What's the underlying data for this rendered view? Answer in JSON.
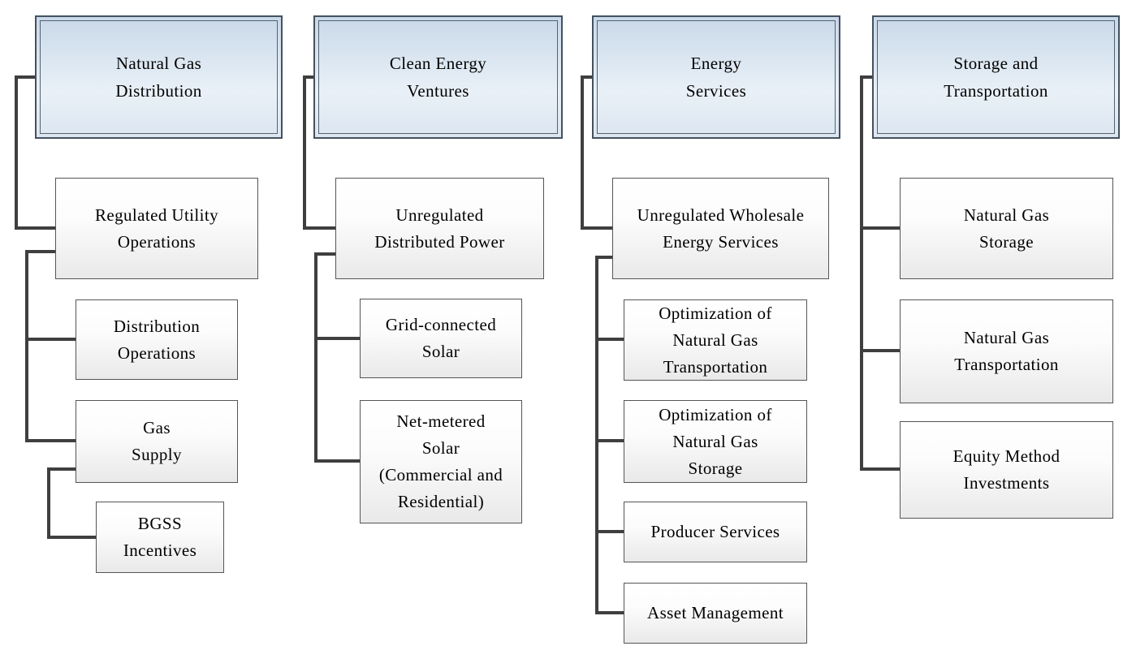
{
  "diagram": {
    "type": "org-chart",
    "colors": {
      "header_fill": "#dce6f1",
      "header_border": "#44525f",
      "node_fill": "#ffffff",
      "node_fill_bottom": "#e9e9e9",
      "node_border": "#555555",
      "connector": "#3f3f3f",
      "text": "#000000"
    },
    "columns": [
      {
        "header": "Natural Gas\nDistribution",
        "nodes": [
          {
            "label": "Regulated Utility\nOperations"
          },
          {
            "label": "Distribution\nOperations"
          },
          {
            "label": "Gas\nSupply"
          },
          {
            "label": "BGSS\nIncentives"
          }
        ]
      },
      {
        "header": "Clean Energy\nVentures",
        "nodes": [
          {
            "label": "Unregulated\nDistributed Power"
          },
          {
            "label": "Grid-connected\nSolar"
          },
          {
            "label": "Net-metered\nSolar\n(Commercial and\nResidential)"
          }
        ]
      },
      {
        "header": "Energy\nServices",
        "nodes": [
          {
            "label": "Unregulated Wholesale\nEnergy Services"
          },
          {
            "label": "Optimization of\nNatural Gas\nTransportation"
          },
          {
            "label": "Optimization of\nNatural Gas\nStorage"
          },
          {
            "label": "Producer Services"
          },
          {
            "label": "Asset Management"
          }
        ]
      },
      {
        "header": "Storage and\nTransportation",
        "nodes": [
          {
            "label": "Natural Gas\nStorage"
          },
          {
            "label": "Natural Gas\nTransportation"
          },
          {
            "label": "Equity Method\nInvestments"
          }
        ]
      }
    ]
  }
}
